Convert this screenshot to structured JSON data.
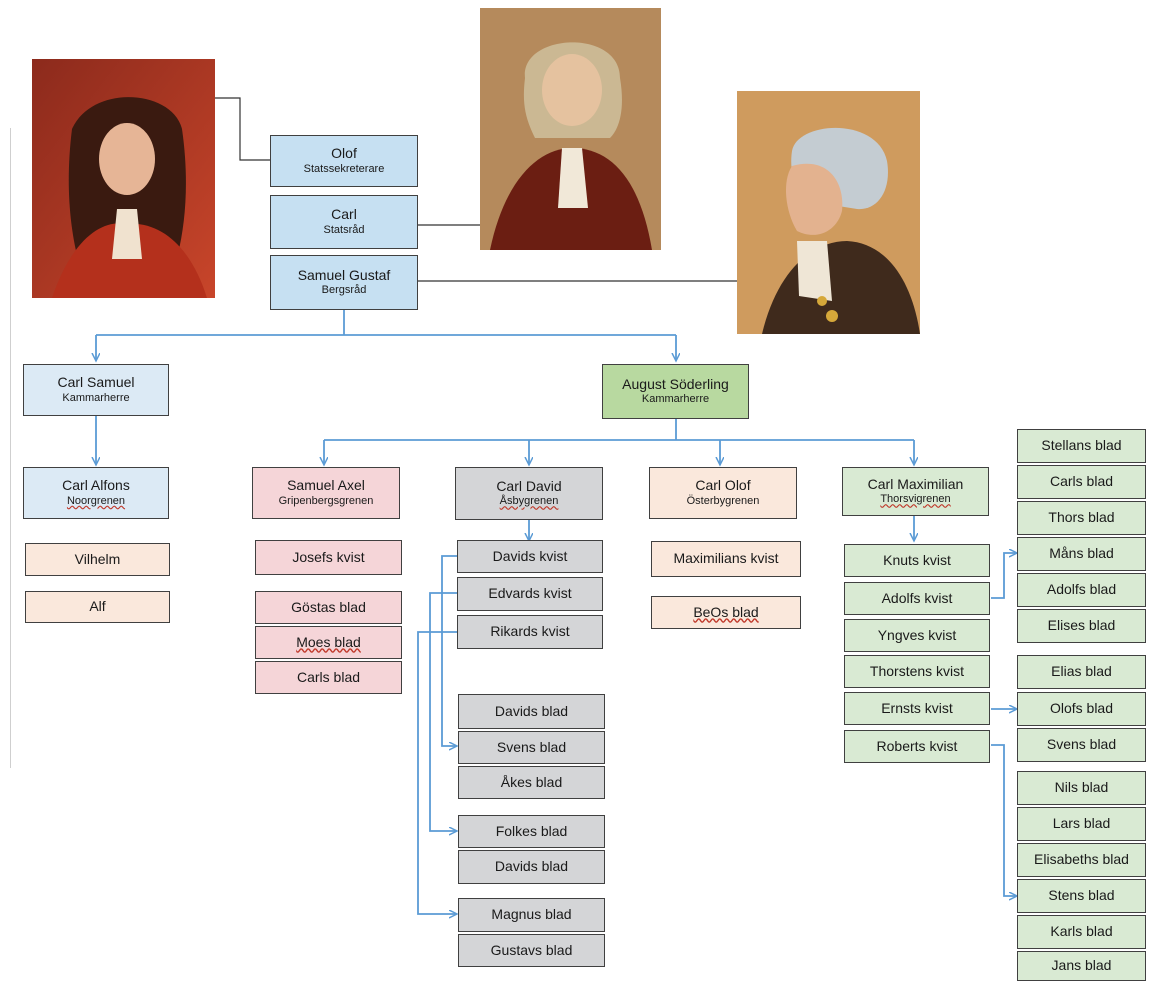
{
  "top": [
    {
      "name": "Olof",
      "title": "Statssekreterare"
    },
    {
      "name": "Carl",
      "title": "Statsråd"
    },
    {
      "name": "Samuel Gustaf",
      "title": "Bergsråd"
    }
  ],
  "level2": [
    {
      "name": "Carl Samuel",
      "title": "Kammarherre"
    },
    {
      "name": "August Söderling",
      "title": "Kammarherre"
    }
  ],
  "branches": [
    {
      "name": "Carl Alfons",
      "title": "Noorgrenen"
    },
    {
      "name": "Samuel Axel",
      "title": "Gripenbergsgrenen"
    },
    {
      "name": "Carl David",
      "title": "Åsbygrenen"
    },
    {
      "name": "Carl Olof",
      "title": "Österbygrenen"
    },
    {
      "name": "Carl Maximilian",
      "title": "Thorsvigrenen"
    }
  ],
  "noor_members": [
    "Vilhelm",
    "Alf"
  ],
  "gripenberg_items": [
    "Josefs kvist",
    "Göstas blad",
    "Moes blad",
    "Carls blad"
  ],
  "asby_kvist": [
    "Davids kvist",
    "Edvards kvist",
    "Rikards kvist"
  ],
  "asby_blad": [
    "Davids blad",
    "Svens blad",
    "Åkes blad",
    "Folkes blad",
    "Davids blad",
    "Magnus blad",
    "Gustavs blad"
  ],
  "osterby_items": [
    "Maximilians kvist",
    "BeOs blad"
  ],
  "thorsvi_kvist": [
    "Knuts kvist",
    "Adolfs kvist",
    "Yngves kvist",
    "Thorstens kvist",
    "Ernsts kvist",
    "Roberts kvist"
  ],
  "thorsvi_blad": [
    "Stellans blad",
    "Carls blad",
    "Thors blad",
    "Måns blad",
    "Adolfs blad",
    "Elises blad",
    "Elias blad",
    "Olofs blad",
    "Svens blad",
    "Nils blad",
    "Lars blad",
    "Elisabeths blad",
    "Stens blad",
    "Karls blad",
    "Jans blad"
  ],
  "colors": {
    "connector": "#5b9bd5",
    "portrait_line": "#333333"
  }
}
